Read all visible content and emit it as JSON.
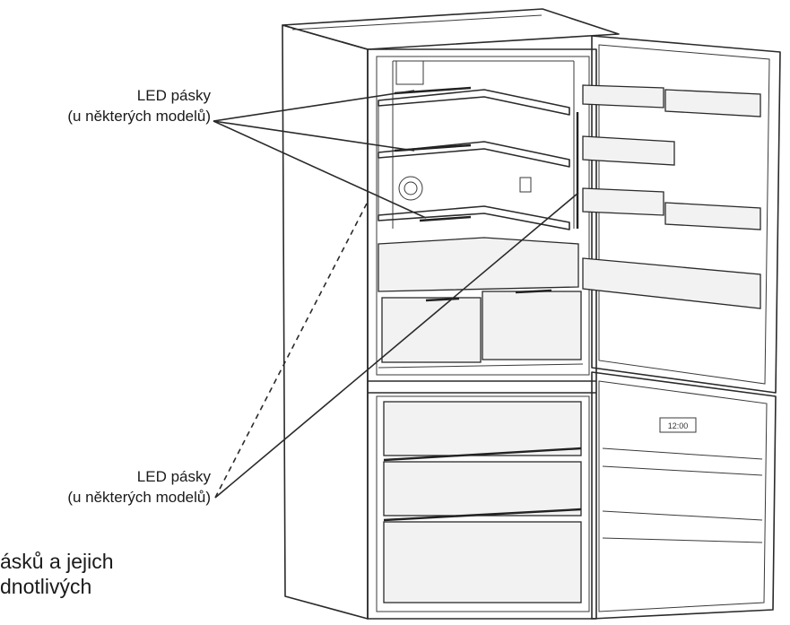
{
  "callouts": {
    "top": {
      "line1": "LED pásky",
      "line2": "(u některých modelů)"
    },
    "bottom": {
      "line1": "LED pásky",
      "line2": "(u některých modelů)"
    }
  },
  "fragment": {
    "line1": "ásků a jejich",
    "line2": "dnotlivých"
  },
  "display_text": "12:00"
}
